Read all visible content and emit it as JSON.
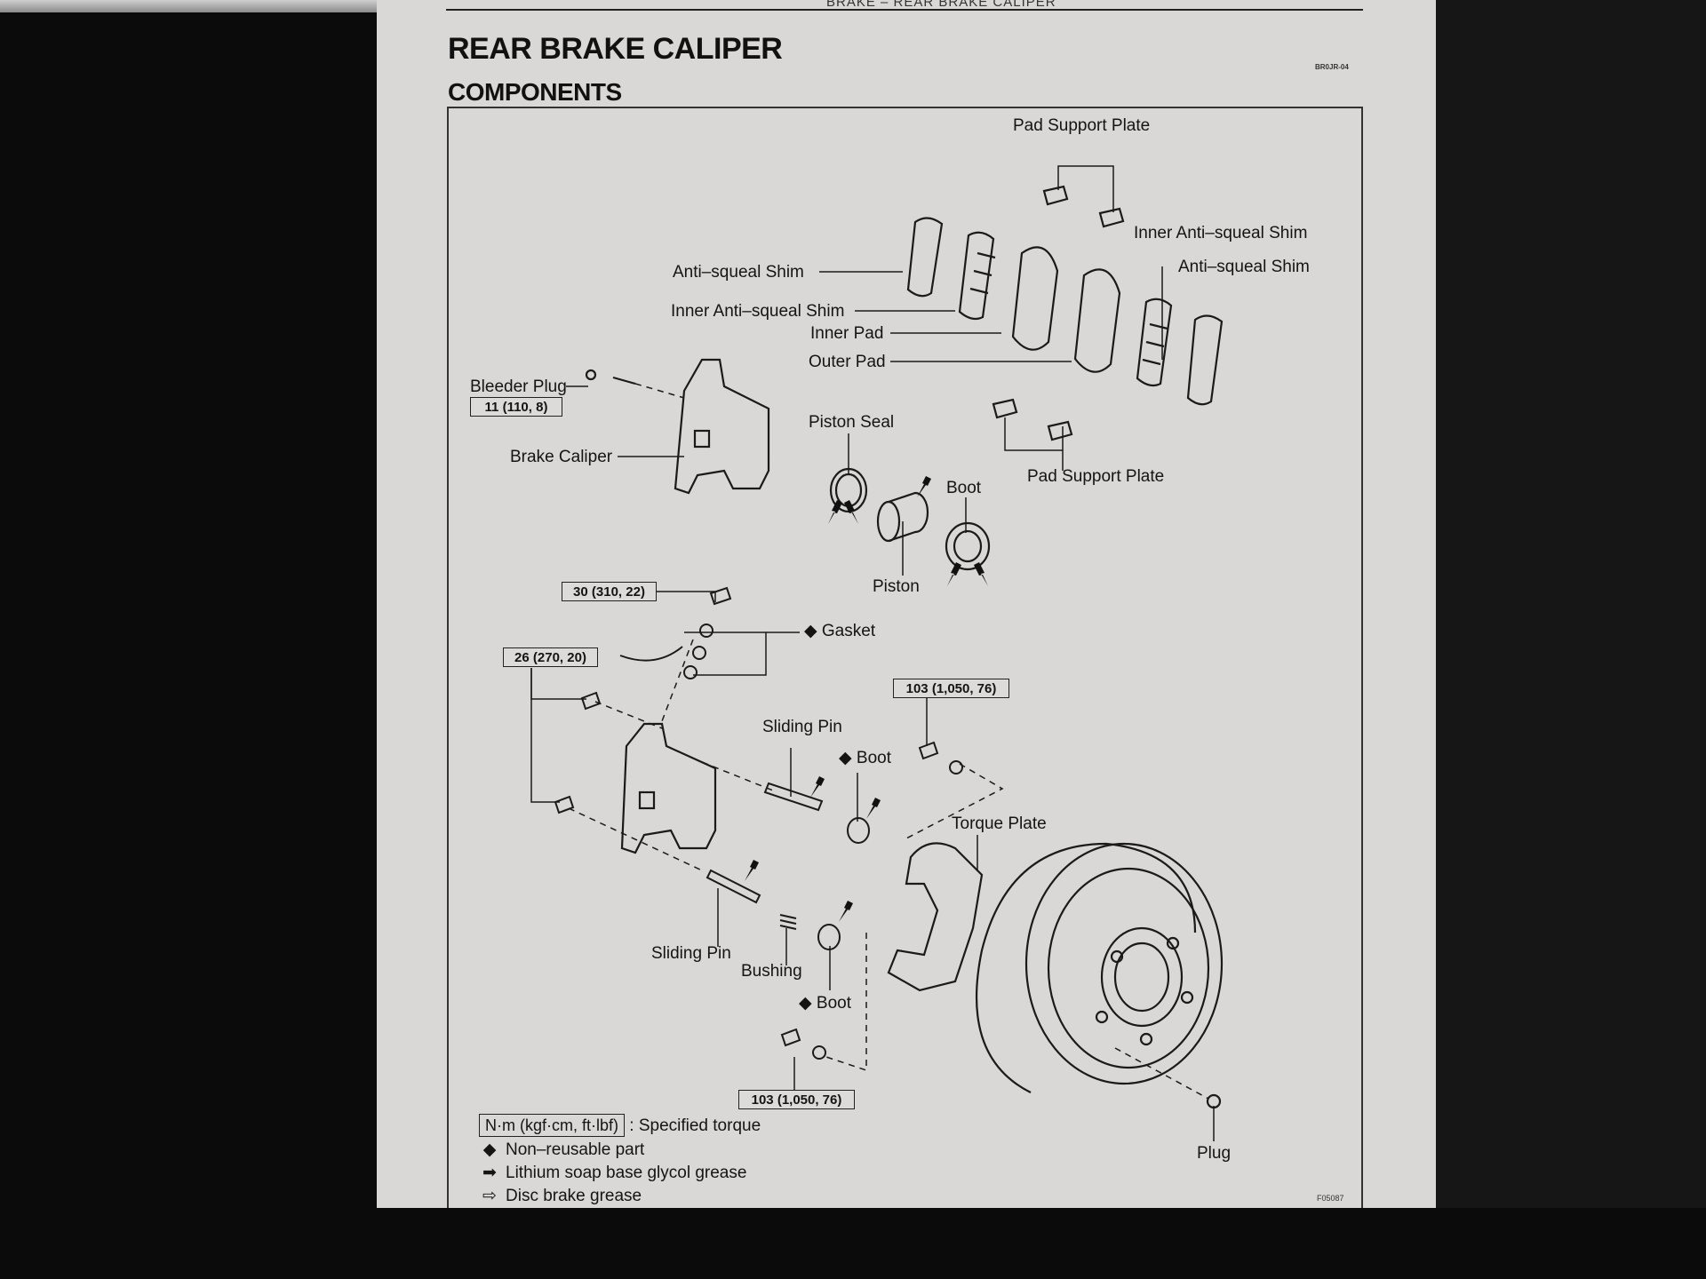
{
  "running_head": "BRAKE – REAR BRAKE CALIPER",
  "title": "REAR BRAKE CALIPER",
  "subtitle": "COMPONENTS",
  "doc_code": "BR0JR-04",
  "labels": {
    "pad_support_plate_top": "Pad Support Plate",
    "inner_anti_squeal_shim_right": "Inner Anti–squeal Shim",
    "anti_squeal_shim_right": "Anti–squeal Shim",
    "anti_squeal_shim_left": "Anti–squeal Shim",
    "inner_anti_squeal_shim_left": "Inner Anti–squeal Shim",
    "inner_pad": "Inner Pad",
    "outer_pad": "Outer Pad",
    "bleeder_plug": "Bleeder Plug",
    "brake_caliper": "Brake Caliper",
    "piston_seal": "Piston Seal",
    "pad_support_plate_bottom": "Pad Support Plate",
    "boot_piston": "Boot",
    "piston": "Piston",
    "gasket": "Gasket",
    "sliding_pin_top": "Sliding Pin",
    "boot_top": "Boot",
    "torque_plate": "Torque Plate",
    "sliding_pin_bottom": "Sliding Pin",
    "bushing": "Bushing",
    "boot_bottom": "Boot",
    "plug": "Plug"
  },
  "torques": {
    "bleeder": "11 (110, 8)",
    "union_bolt": "30 (310, 22)",
    "caliper_bolts": "26 (270, 20)",
    "torque_plate_top": "103 (1,050, 76)",
    "torque_plate_bottom": "103 (1,050, 76)"
  },
  "legend": {
    "torque_unit": "N·m (kgf·cm, ft·lbf)",
    "torque_desc": ": Specified torque",
    "non_reusable": "Non–reusable part",
    "lithium_grease": "Lithium soap base glycol grease",
    "disc_brake_grease": "Disc brake grease"
  },
  "symbols": {
    "diamond": "◆",
    "filled_arrow": "➡",
    "outline_arrow": "⇨"
  },
  "figure_no": "F05087"
}
